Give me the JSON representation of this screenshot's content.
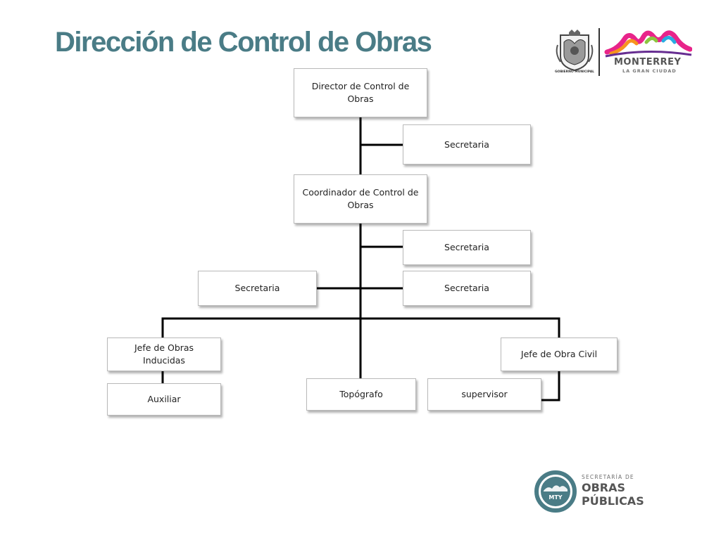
{
  "title": "Dirección de Control de Obras",
  "colors": {
    "title": "#4a7c86",
    "connector": "#000000",
    "box_border": "#b9b9b9",
    "brand_teal": "#4a7c86",
    "brand_gray": "#6e6e6e"
  },
  "org_chart": {
    "director": "Director de Control de Obras",
    "secretaria_1": "Secretaria",
    "coordinador": "Coordinador de Control de Obras",
    "secretaria_2": "Secretaria",
    "secretaria_3": "Secretaria",
    "secretaria_4": "Secretaria",
    "jefe_obras_inducidas": "Jefe de Obras Inducidas",
    "jefe_obra_civil": "Jefe de Obra Civil",
    "auxiliar": "Auxiliar",
    "topografo": "Topógrafo",
    "supervisor": "supervisor"
  },
  "header_logos": {
    "seal_caption": "GOBIERNO MUNICIPAL",
    "city_name": "MONTERREY",
    "city_tagline": "LA GRAN CIUDAD"
  },
  "footer_logo": {
    "emblem_text": "MTY",
    "line1": "SECRETARÍA DE",
    "line2": "OBRAS",
    "line3": "PÚBLICAS"
  }
}
